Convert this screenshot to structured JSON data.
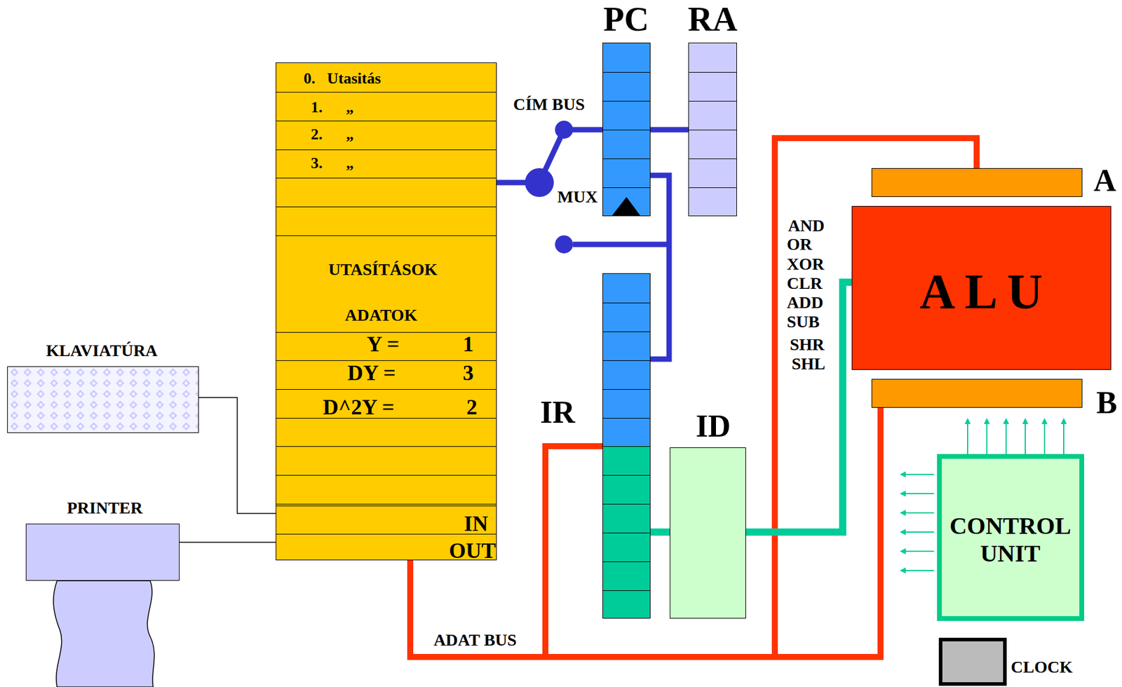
{
  "diagram": {
    "nodes": [
      {
        "text": [
          "PC"
        ]
      },
      {
        "text": [
          "RA"
        ]
      },
      {
        "text": [
          "IR"
        ]
      },
      {
        "text": [
          "ID"
        ]
      },
      {
        "text": [
          "0.   Utasitás",
          "1.      „",
          "2.      „",
          "3.      „",
          "UTASÍTÁSOK",
          "ADATOK",
          "Y =",
          "1",
          "DY =",
          "3",
          "D^2Y =",
          "2",
          "IN",
          "OUT"
        ]
      },
      {
        "text": [
          "KLAVIATÚRA"
        ]
      },
      {
        "text": [
          "PRINTER"
        ]
      },
      {
        "text": [
          "A"
        ]
      },
      {
        "text": [
          "A L U"
        ]
      },
      {
        "text": [
          "B"
        ]
      },
      {
        "text": [
          "CONTROL UNIT"
        ]
      },
      {
        "text": [
          "CLOCK"
        ]
      },
      {
        "text": [
          "MUX"
        ]
      }
    ],
    "edges": [
      {
        "from": 5,
        "to": 4,
        "arrow": "none"
      },
      {
        "from": 6,
        "to": 4,
        "arrow": "none"
      },
      {
        "from": 4,
        "to": 12,
        "arrow": "none"
      },
      {
        "from": 12,
        "to": 0,
        "arrow": "none"
      },
      {
        "from": 0,
        "to": 1,
        "arrow": "none"
      },
      {
        "from": 2,
        "to": 0,
        "arrow": "none"
      },
      {
        "from": 4,
        "to": 2,
        "arrow": "none"
      },
      {
        "from": 4,
        "to": 7,
        "arrow": "none"
      },
      {
        "from": 4,
        "to": 9,
        "arrow": "none"
      },
      {
        "from": 2,
        "to": 3,
        "arrow": "none"
      },
      {
        "from": 3,
        "to": 8,
        "arrow": "none"
      }
    ],
    "labels": [
      "CÍM BUS",
      "ADAT BUS",
      "AND",
      "OR",
      "XOR",
      "CLR",
      "ADD",
      "SUB",
      "SHR",
      "SHL"
    ]
  }
}
